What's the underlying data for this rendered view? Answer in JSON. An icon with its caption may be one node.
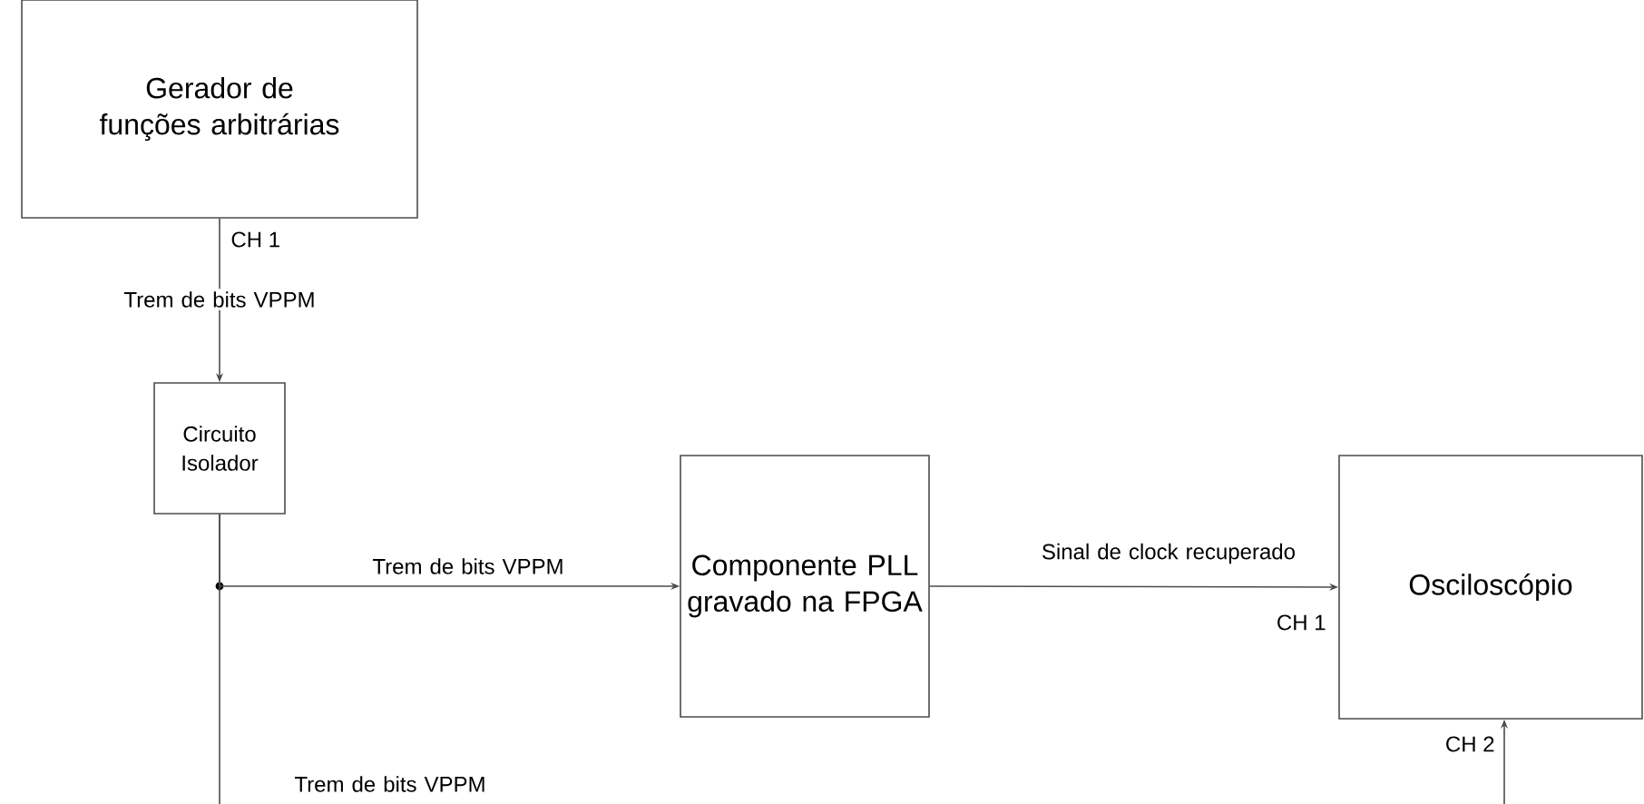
{
  "diagram": {
    "nodes": [
      {
        "text": [
          "Gerador de funções arbitrárias"
        ]
      },
      {
        "text": [
          "Circuito Isolador"
        ]
      },
      {
        "text": [
          "Componente PLL gravado na FPGA"
        ]
      },
      {
        "text": [
          "Osciloscópio"
        ]
      }
    ],
    "edges": [
      {
        "from": 0,
        "to": 1,
        "arrow": "to",
        "label": "Trem de bits VPPM"
      },
      {
        "from": 1,
        "to": 2,
        "arrow": "to",
        "label": "Trem de bits VPPM"
      },
      {
        "from": 1,
        "to": null,
        "arrow": "none",
        "label": "Trem de bits VPPM"
      },
      {
        "from": 2,
        "to": 3,
        "arrow": "to",
        "label": "Sinal de clock recuperado"
      },
      {
        "from": null,
        "to": 3,
        "arrow": "to"
      }
    ],
    "labels": [
      "CH 1",
      "CH 1",
      "CH 2"
    ]
  }
}
